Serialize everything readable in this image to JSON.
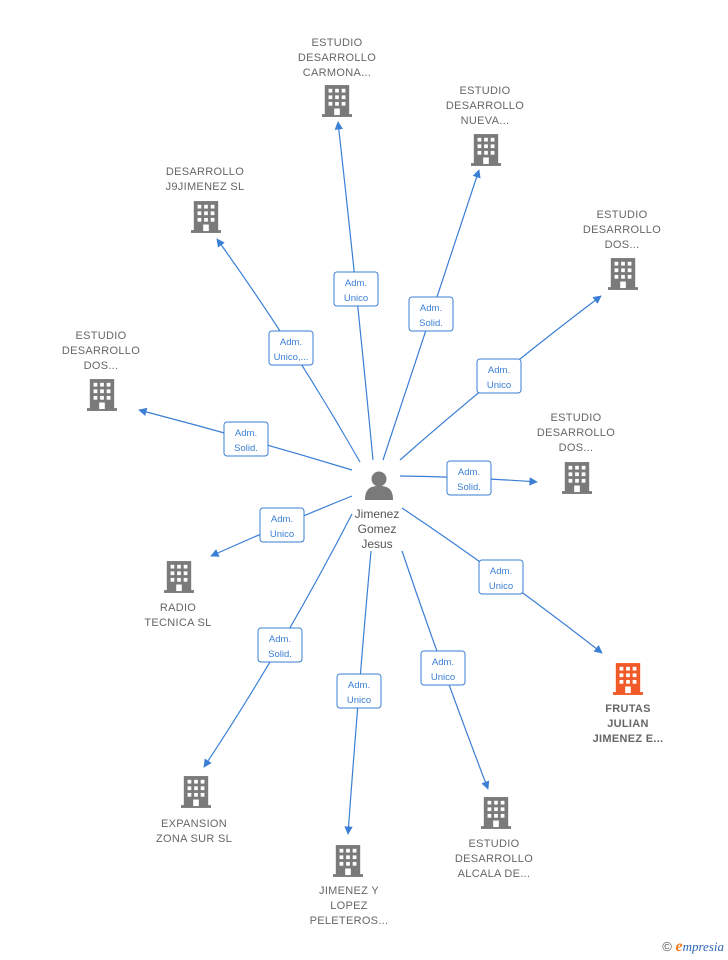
{
  "center": {
    "lines": [
      "Jimenez",
      "Gomez",
      "Jesus"
    ],
    "icon": "person-icon"
  },
  "colors": {
    "edge": "#3a7fd5",
    "building": "#7a7a7a",
    "highlight": "#f05a28",
    "label": "#666666"
  },
  "nodes": [
    {
      "id": "carmona",
      "lines": [
        "ESTUDIO",
        "DESARROLLO",
        "CARMONA..."
      ],
      "role": [
        "Adm.",
        "Unico"
      ],
      "icon": "building-icon"
    },
    {
      "id": "nueva",
      "lines": [
        "ESTUDIO",
        "DESARROLLO",
        "NUEVA..."
      ],
      "role": [
        "Adm.",
        "Solid."
      ],
      "icon": "building-icon"
    },
    {
      "id": "dos_tr",
      "lines": [
        "ESTUDIO",
        "DESARROLLO",
        "DOS..."
      ],
      "role": [
        "Adm.",
        "Unico"
      ],
      "icon": "building-icon"
    },
    {
      "id": "dos_r",
      "lines": [
        "ESTUDIO",
        "DESARROLLO",
        "DOS..."
      ],
      "role": [
        "Adm.",
        "Solid."
      ],
      "icon": "building-icon"
    },
    {
      "id": "frutas",
      "lines": [
        "FRUTAS",
        "JULIAN",
        "JIMENEZ E..."
      ],
      "role": [
        "Adm.",
        "Unico"
      ],
      "icon": "building-icon",
      "highlight": true
    },
    {
      "id": "alcala",
      "lines": [
        "ESTUDIO",
        "DESARROLLO",
        "ALCALA DE..."
      ],
      "role": [
        "Adm.",
        "Unico"
      ],
      "icon": "building-icon"
    },
    {
      "id": "peleteros",
      "lines": [
        "JIMENEZ Y",
        "LOPEZ",
        "PELETEROS..."
      ],
      "role": [
        "Adm.",
        "Unico"
      ],
      "icon": "building-icon"
    },
    {
      "id": "expansion",
      "lines": [
        "EXPANSION",
        "ZONA SUR  SL"
      ],
      "role": [
        "Adm.",
        "Solid."
      ],
      "icon": "building-icon"
    },
    {
      "id": "radio",
      "lines": [
        "RADIO",
        "TECNICA SL"
      ],
      "role": [
        "Adm.",
        "Unico"
      ],
      "icon": "building-icon"
    },
    {
      "id": "dos_l",
      "lines": [
        "ESTUDIO",
        "DESARROLLO",
        "DOS..."
      ],
      "role": [
        "Adm.",
        "Solid."
      ],
      "icon": "building-icon"
    },
    {
      "id": "j9",
      "lines": [
        "DESARROLLO",
        "J9JIMENEZ  SL"
      ],
      "role": [
        "Adm.",
        "Unico,..."
      ],
      "icon": "building-icon"
    }
  ],
  "footer": {
    "copyright": "©",
    "brand_e": "e",
    "brand_rest": "mpresia"
  }
}
